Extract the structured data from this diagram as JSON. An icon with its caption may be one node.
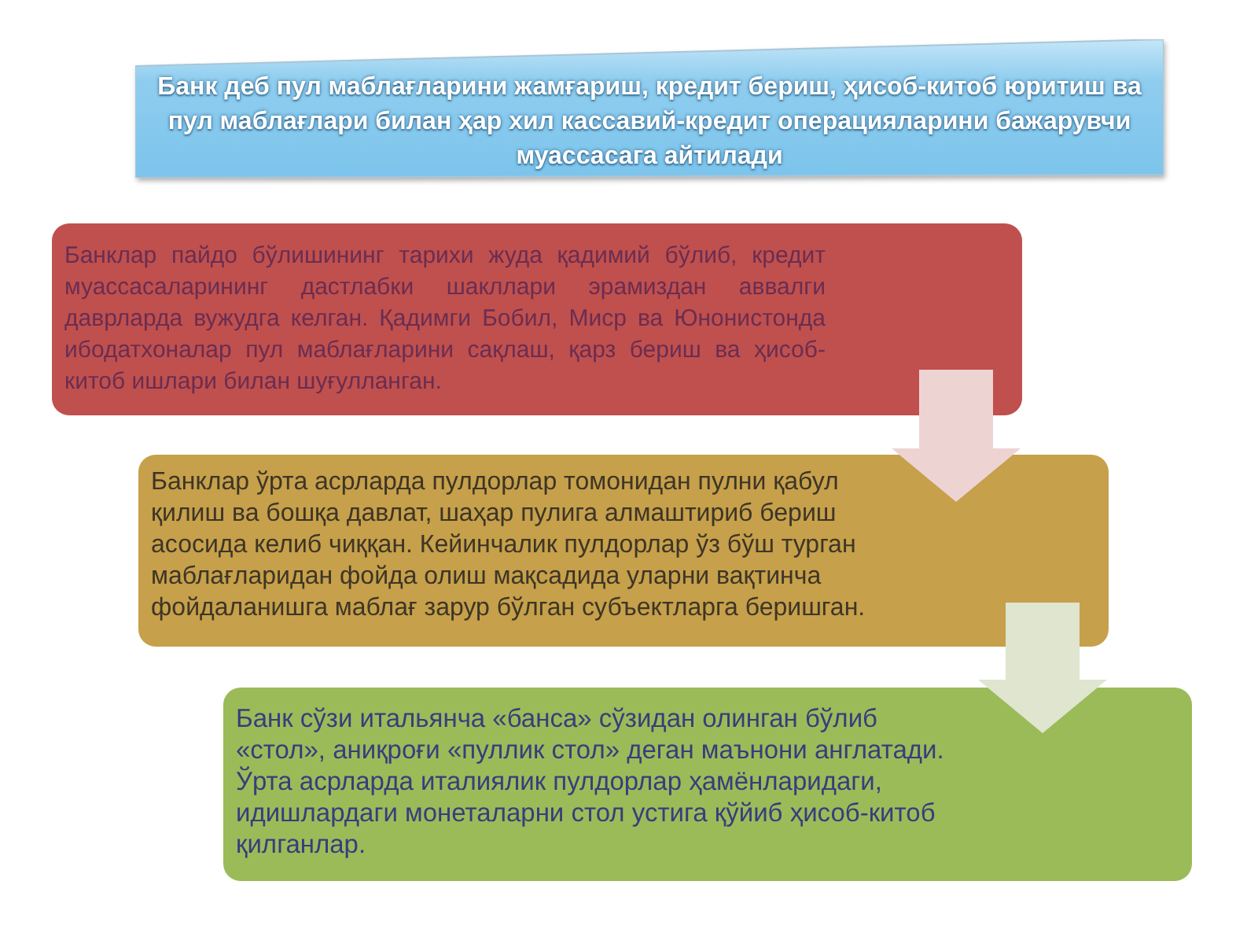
{
  "diagram": {
    "nodes": [
      {
        "text": [
          "Банк деб пул маблағларини жамғариш, кредит бериш, ҳисоб-китоб юритиш ва пул маблағлари билан ҳар хил кассавий-кредит операцияларини бажарувчи муассасага айтилади"
        ]
      },
      {
        "text": [
          "Банклар пайдо бўлишининг тарихи жуда қадимий бўлиб, кредит муассасаларининг дастлабки шакллари эрамиздан аввалги даврларда вужудга келган. Қадимги Бобил, Миср ва Юнонистонда ибодатхоналар пул маблағларини сақлаш, қарз бериш ва ҳисоб-китоб ишлари билан шуғулланган."
        ]
      },
      {
        "text": [
          "Банклар ўрта асрларда пулдорлар томонидан пулни қабул қилиш ва бошқа давлат, шаҳар пулига алмаштириб бериш асосида келиб чиққан. Кейинчалик пулдорлар ўз бўш турган маблағларидан фойда олиш мақсадида уларни вақтинча фойдаланишга маблағ зарур бўлган субъектларга беришган."
        ]
      },
      {
        "text": [
          "Банк сўзи итальянча «банса» сўзидан олинган бўлиб «стол», аниқроғи «пуллик стол» деган маънони англатади. Ўрта асрларда италиялик пулдорлар ҳамёнларидаги, идишлардаги монеталарни стол устига қўйиб ҳисоб-китоб қилганлар."
        ]
      }
    ],
    "edges": [
      {
        "from": 1,
        "to": 2,
        "arrow": "to",
        "color": "#eed3d3"
      },
      {
        "from": 2,
        "to": 3,
        "arrow": "to",
        "color": "#dfe5cf"
      }
    ]
  }
}
